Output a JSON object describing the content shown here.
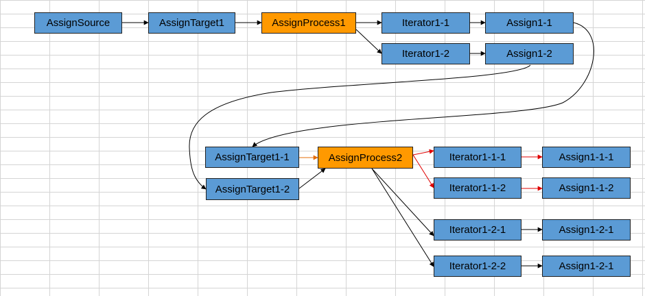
{
  "colors": {
    "node_fill": "#5b9bd5",
    "process_fill": "#ff9900",
    "edge_black": "#000000",
    "edge_orange": "#e46c0a",
    "edge_red": "#e00000",
    "grid": "#d4d4d4"
  },
  "nodes": {
    "assign_source": "AssignSource",
    "assign_target_1": "AssignTarget1",
    "assign_process_1": "AssignProcess1",
    "iterator_1_1": "Iterator1-1",
    "assign_1_1": "Assign1-1",
    "iterator_1_2": "Iterator1-2",
    "assign_1_2": "Assign1-2",
    "assign_target_1_1": "AssignTarget1-1",
    "assign_target_1_2": "AssignTarget1-2",
    "assign_process_2": "AssignProcess2",
    "iterator_1_1_1": "Iterator1-1-1",
    "assign_1_1_1": "Assign1-1-1",
    "iterator_1_1_2": "Iterator1-1-2",
    "assign_1_1_2": "Assign1-1-2",
    "iterator_1_2_1": "Iterator1-2-1",
    "assign_1_2_1": "Assign1-2-1",
    "iterator_1_2_2": "Iterator1-2-2",
    "assign_1_2_2": "Assign1-2-1"
  },
  "edges": [
    {
      "from": "assign_source",
      "to": "assign_target_1",
      "color": "black"
    },
    {
      "from": "assign_target_1",
      "to": "assign_process_1",
      "color": "black"
    },
    {
      "from": "assign_process_1",
      "to": "iterator_1_1",
      "color": "black"
    },
    {
      "from": "assign_process_1",
      "to": "iterator_1_2",
      "color": "black"
    },
    {
      "from": "iterator_1_1",
      "to": "assign_1_1",
      "color": "black"
    },
    {
      "from": "iterator_1_2",
      "to": "assign_1_2",
      "color": "black"
    },
    {
      "from": "assign_1_1",
      "to": "assign_target_1_1",
      "color": "black"
    },
    {
      "from": "assign_1_2",
      "to": "assign_target_1_2",
      "color": "black"
    },
    {
      "from": "assign_target_1_1",
      "to": "assign_process_2",
      "color": "orange"
    },
    {
      "from": "assign_target_1_2",
      "to": "assign_process_2",
      "color": "black"
    },
    {
      "from": "assign_process_2",
      "to": "iterator_1_1_1",
      "color": "red"
    },
    {
      "from": "assign_process_2",
      "to": "iterator_1_1_2",
      "color": "red"
    },
    {
      "from": "iterator_1_1_1",
      "to": "assign_1_1_1",
      "color": "red"
    },
    {
      "from": "iterator_1_1_2",
      "to": "assign_1_1_2",
      "color": "red"
    },
    {
      "from": "assign_process_2",
      "to": "iterator_1_2_1",
      "color": "black"
    },
    {
      "from": "assign_process_2",
      "to": "iterator_1_2_2",
      "color": "black"
    },
    {
      "from": "iterator_1_2_1",
      "to": "assign_1_2_1",
      "color": "black"
    },
    {
      "from": "iterator_1_2_2",
      "to": "assign_1_2_2",
      "color": "black"
    }
  ]
}
